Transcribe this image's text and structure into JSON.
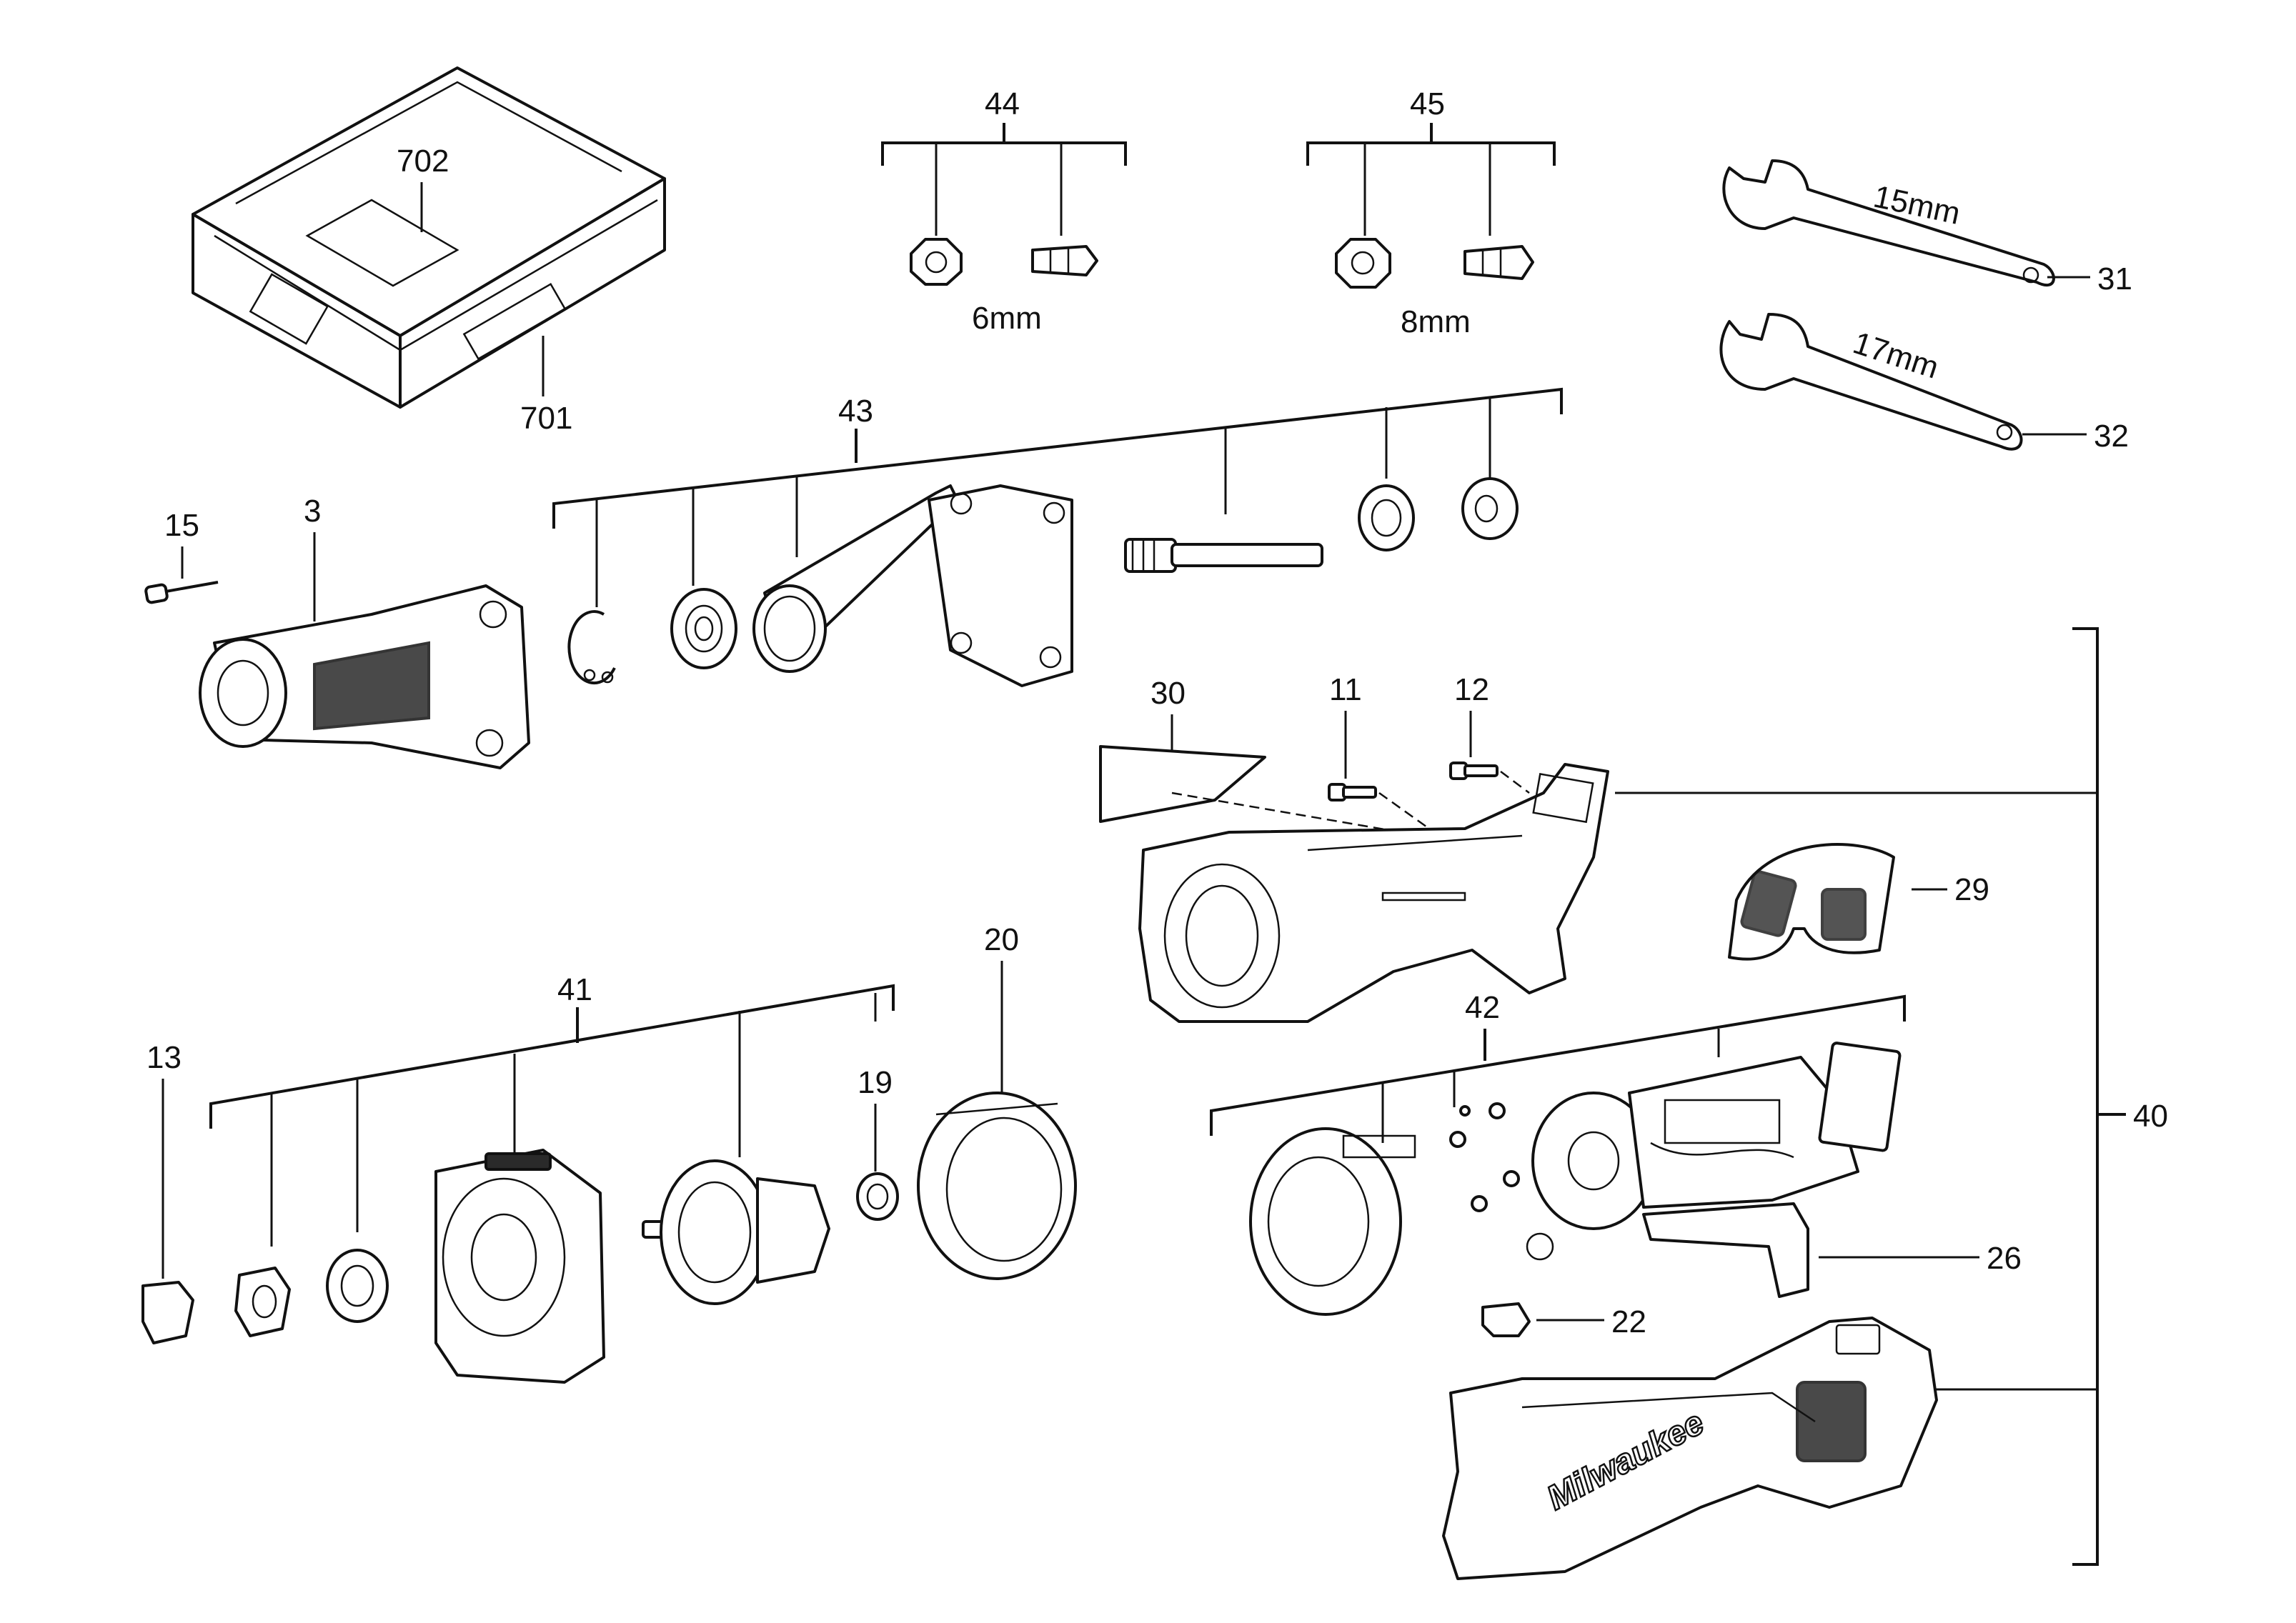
{
  "labels": {
    "l702": "702",
    "l701": "701",
    "l44": "44",
    "l45": "45",
    "l6mm": "6mm",
    "l8mm": "8mm",
    "l15mm": "15mm",
    "l17mm": "17mm",
    "l31": "31",
    "l32": "32",
    "l43": "43",
    "l15": "15",
    "l3": "3",
    "l30": "30",
    "l11": "11",
    "l12": "12",
    "l29": "29",
    "l40": "40",
    "l41": "41",
    "l13": "13",
    "l19": "19",
    "l20": "20",
    "l42": "42",
    "l26": "26",
    "l22": "22"
  },
  "logo_text": "Milwaukee"
}
